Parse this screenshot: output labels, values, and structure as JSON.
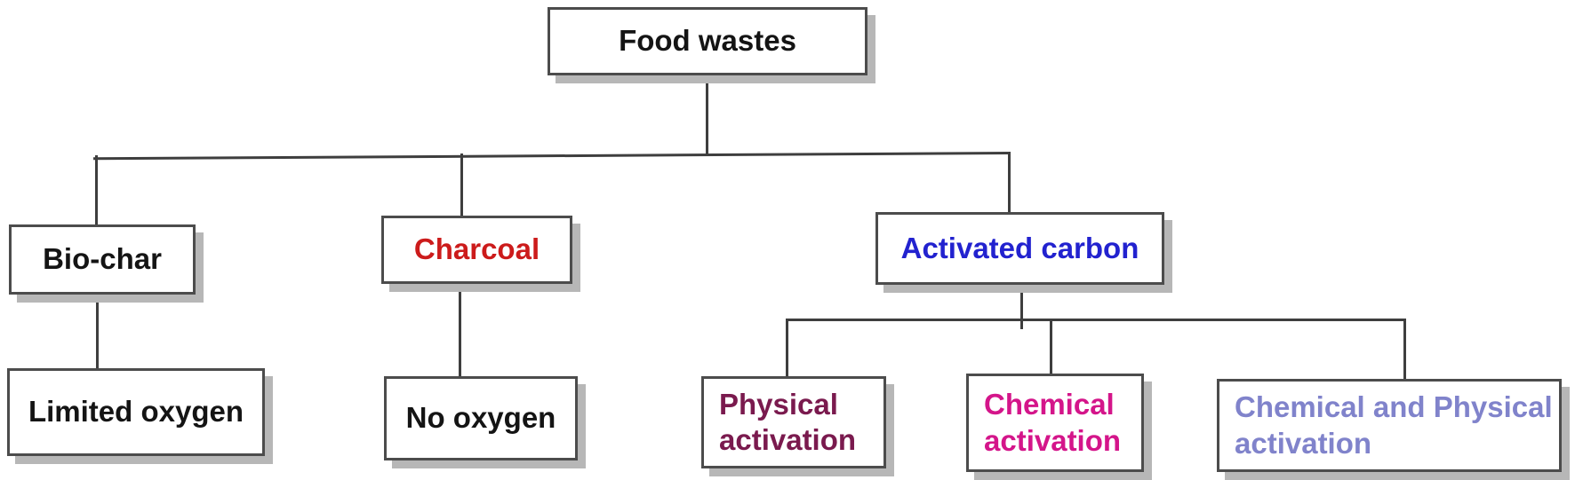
{
  "diagram": {
    "type": "flowchart-tree",
    "background_color": "#ffffff",
    "connector_color": "#3e3e3e",
    "box_border_color": "#4c4c4c",
    "box_shadow_color": "#b7b7b7",
    "nodes": {
      "food_wastes": {
        "label": "Food wastes",
        "color": "#141414"
      },
      "bio_char": {
        "label": "Bio-char",
        "color": "#141414"
      },
      "charcoal": {
        "label": "Charcoal",
        "color": "#cc1b1b"
      },
      "activated_carbon": {
        "label": "Activated carbon",
        "color": "#2222cf"
      },
      "limited_oxygen": {
        "label": "Limited oxygen",
        "color": "#141414"
      },
      "no_oxygen": {
        "label": "No oxygen",
        "color": "#141414"
      },
      "physical_activation": {
        "line1": "Physical",
        "line2": "activation",
        "color": "#7a1a4e"
      },
      "chemical_activation": {
        "line1": "Chemical",
        "line2": "activation",
        "color": "#d4158a"
      },
      "chemical_physical_activation": {
        "line1": "Chemical and Physical",
        "line2": "activation",
        "color": "#8083cb"
      }
    },
    "edges": [
      {
        "from": "food_wastes",
        "to": "bio_char"
      },
      {
        "from": "food_wastes",
        "to": "charcoal"
      },
      {
        "from": "food_wastes",
        "to": "activated_carbon"
      },
      {
        "from": "bio_char",
        "to": "limited_oxygen"
      },
      {
        "from": "charcoal",
        "to": "no_oxygen"
      },
      {
        "from": "activated_carbon",
        "to": "physical_activation"
      },
      {
        "from": "activated_carbon",
        "to": "chemical_activation"
      },
      {
        "from": "activated_carbon",
        "to": "chemical_physical_activation"
      }
    ]
  }
}
